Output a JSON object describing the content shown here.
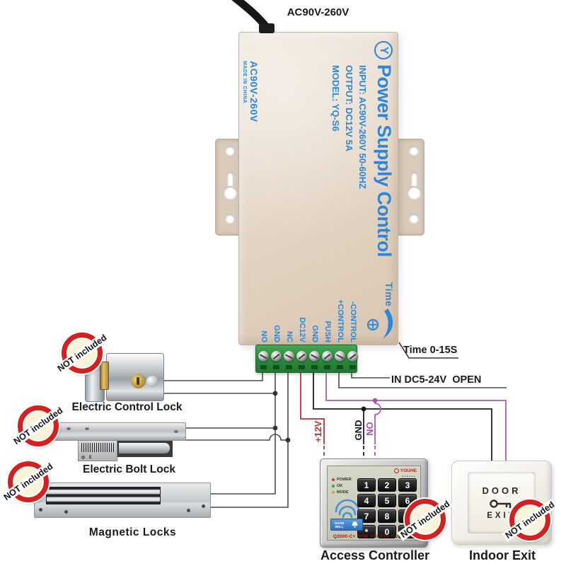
{
  "colors": {
    "blue": "#2f86d4",
    "beige": "#e5d7c7",
    "green": "#2c8f3c",
    "stamp_red": "#d32121",
    "wire_red": "#c53030",
    "wire_purple": "#b05ab5",
    "wire_black": "#1c1c1c",
    "wire_gray": "#4a4a4a"
  },
  "top": {
    "voltage_label": "AC90V-260V"
  },
  "psu": {
    "logo": "Y",
    "title": "Power Supply Control",
    "input": "INPUT: AC90V-260V 50-60HZ",
    "output": "OUTPUT: DC12V 5A",
    "model": "MODEL: YQ-S6",
    "side_voltage": "AC90V-260V",
    "made_in": "MADE IN CHINA",
    "time": "Time",
    "terminals": [
      "NO",
      "GND",
      "NC",
      "DC12V",
      "GND",
      "PUSH",
      "+CONTROL",
      "-CONTROL"
    ]
  },
  "callouts": {
    "time_range": "Time 0-15S",
    "open_input": "IN DC5-24V  OPEN"
  },
  "wires": {
    "v12": "+12V",
    "gnd": "GND",
    "no": "NO"
  },
  "locks": {
    "control": "Electric Control Lock",
    "bolt": "Electric Bolt Lock",
    "magnetic": "Magnetic Locks"
  },
  "stamp": "NOT included",
  "keypad": {
    "label": "Access Controller",
    "brand": "YOUHE",
    "brand_sub": "••••••",
    "indicators": [
      "POWER",
      "OK",
      "MODE"
    ],
    "keys": [
      "1",
      "2",
      "3",
      "4",
      "5",
      "6",
      "7",
      "8",
      "9",
      "*",
      "0",
      "#"
    ],
    "doorbell_line1": "DOOR",
    "doorbell_line2": "BELL",
    "model": "Q2000-C+ RFID ACCESS CONTROL"
  },
  "exit_button": {
    "label": "Indoor Exit",
    "line1": "DOOR",
    "line2": "EXIT"
  }
}
